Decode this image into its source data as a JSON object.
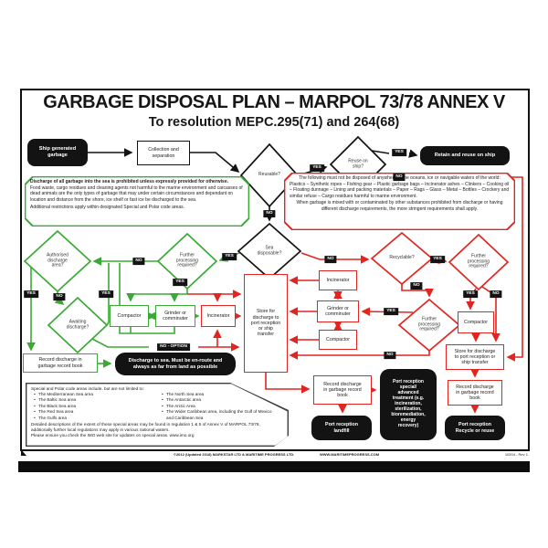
{
  "page": {
    "title": "GARBAGE DISPOSAL PLAN – MARPOL 73/78 ANNEX V",
    "subtitle": "To resolution MEPC.295(71) and 264(68)"
  },
  "colors": {
    "green": "#3aaa35",
    "red": "#e22520",
    "black": "#131313"
  },
  "labels": {
    "yes": "YES",
    "no": "NO",
    "no_option": "NO - OPTION",
    "bullet": "•"
  },
  "nodes": {
    "ship_generated": "Ship generated\ngarbage",
    "collection": "Collection and\nseparation",
    "reusable": "Reusable?",
    "reuse_on_ship": "Reuse on\nship?",
    "retain": "Retain and reuse on ship",
    "sea_disposable": "Sea\ndisposable?",
    "further_processing": "Further\nprocessing\nrequired?",
    "authorised": "Authorised\ndischarge\narea?",
    "awaiting": "Awaiting\ndischarge?",
    "compactor": "Compactor",
    "grinder": "Grinder or\ncomminuter",
    "incinerator": "Incinerator",
    "recyclable": "Recyclable?",
    "store_tall": "Store for\ndischarge to\nport reception\nor ship\ntransfer",
    "store_wide": "Store for discharge\nto port reception or\nship transfer",
    "record_book_wide": "Record discharge in\ngarbage record book",
    "record_book_narrow": "Record discharge\nin garbage record\nbook",
    "discharge_sea": "Discharge to sea.  Must be en-route and\nalways as far from land as possible",
    "port_landfill": "Port reception\nlandfill",
    "port_special": "Port reception\nspecial/\nadvanced\ntreatment (e.g.\nincineration,\nsterilization,\nbioremediation,\nenergy\nrecovery)",
    "port_recycle": "Port reception\nRecycle or reuse"
  },
  "info_boxes": {
    "discharge_prohibited": {
      "title": "Discharge of all garbage into the sea is prohibited unless expressly provided for otherwise.",
      "body": "Food waste, cargo residues and cleaning agents not harmful to the marine environment and carcasses of dead animals are the only types of garbage that may under certain circumstances and dependant on location and distance from the shore, ice shelf or fast ice be discharged to the sea.",
      "note": "Additional restrictions apply within designated Special and Polar code areas."
    },
    "not_disposed": {
      "line1": "The following must not be disposed of anywhere in the oceans, ice or navigable waters of the world:",
      "line2": "Plastics – Synthetic ropes – Fishing gear – Plastic garbage bags – Incinerator ashes – Clinkers – Cooking oil – Floating dunnage – Lining and packing materials – Paper – Rags – Glass – Metal – Bottles – Crockery and similar refuse – Cargo residues harmful to marine environment.",
      "line3": "When garbage is mixed with or contaminated by other substances prohibited from discharge or having different discharge requirements, the more stringent requirements shall apply."
    },
    "special_areas": {
      "title": "Special and Polar code areas include, but are not limited to:",
      "col1": [
        "The Mediterranean Sea area",
        "The Baltic Sea area",
        "The Black Sea area",
        "The Red Sea area",
        "The Gulfs area"
      ],
      "col2": [
        "The North Sea area",
        "The Antarctic area",
        "The Arctic Area",
        "The Wider Caribbean area, including the Gulf of Mexico and Caribbean Sea"
      ],
      "note1": "Detailed descriptions of the extent of these special areas may be found in regulation 1 & 5 of Annex V of MARPOL 73/78, additionally further local regulations may apply in various national waters.",
      "note2": "Please ensure you check the IMO web site for updates on special areas. www.imo.org"
    }
  },
  "footer": {
    "copyright": "©2012 (Updated 2018) MARKSTAR LTD & MARITIME PROGRESS LTD.",
    "website": "WWW.MARITIMEPROGRESS.COM",
    "doc_code": "10204 - Rev 1"
  }
}
